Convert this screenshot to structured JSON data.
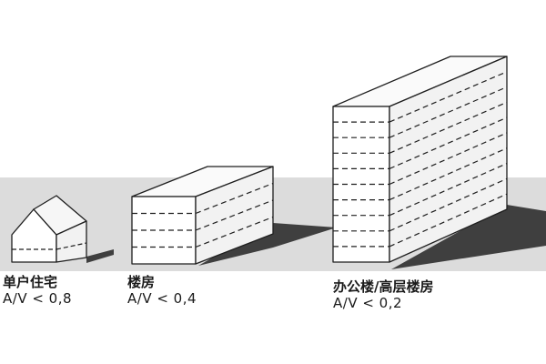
{
  "colors": {
    "background": "#ffffff",
    "ground": "#dcdcdc",
    "shadow": "#3f3f3f",
    "face_front": "#ffffff",
    "face_side": "#f2f2f2",
    "face_top": "#fafafa",
    "outline": "#1e1e1e"
  },
  "buildings": [
    {
      "id": "house",
      "title": "单户住宅",
      "ratio": "A/V < 0,8",
      "floors": 2
    },
    {
      "id": "apartment",
      "title": "楼房",
      "ratio": "A/V < 0,4",
      "floors": 4
    },
    {
      "id": "tower",
      "title": "办公楼/高层楼房",
      "ratio": "A/V < 0,2",
      "floors": 10
    }
  ]
}
